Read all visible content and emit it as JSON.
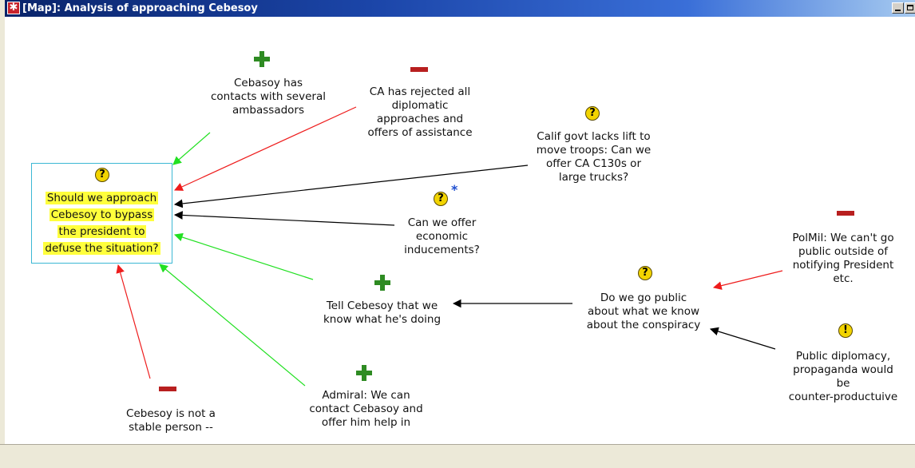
{
  "window": {
    "title": "[Map]: Analysis of approaching Cebesoy",
    "app_icon_glyph": "✱"
  },
  "nodes": {
    "central": {
      "icon": "question-icon",
      "lines": [
        "Should we approach",
        "Cebesoy to bypass",
        "the president to",
        "defuse the situation?"
      ],
      "highlight_color": "#ffff3c"
    },
    "ambassadors": {
      "icon": "plus-icon",
      "text": "Cebasoy has\ncontacts with several\nambassadors"
    },
    "ca_rejected": {
      "icon": "minus-icon",
      "text": "CA has rejected all\ndiplomatic\napproaches and\noffers of assistance"
    },
    "calif_lift": {
      "icon": "question-icon",
      "text": "Calif govt lacks lift to\nmove troops: Can we\noffer CA C130s or\nlarge trucks?"
    },
    "economic": {
      "icon": "question-icon",
      "star": "*",
      "text": "Can we offer\neconomic\ninducements?"
    },
    "tell_cebesoy": {
      "icon": "plus-icon",
      "text": "Tell Cebesoy that we\nknow what he's doing"
    },
    "go_public": {
      "icon": "question-icon",
      "text": "Do we go public\nabout what we know\nabout the conspiracy"
    },
    "polmil": {
      "icon": "minus-icon",
      "text": "PolMil: We can't go\npublic outside of\nnotifying President\netc."
    },
    "public_diplomacy": {
      "icon": "exclamation-icon",
      "text": "Public diplomacy,\npropaganda would\nbe\ncounter-productuive"
    },
    "admiral": {
      "icon": "plus-icon",
      "text": "Admiral: We can\ncontact Cebasoy and\noffer him help in"
    },
    "not_stable": {
      "icon": "minus-icon",
      "text": "Cebesoy is not a\nstable person --"
    }
  },
  "icons": {
    "question_glyph": "?",
    "exclamation_glyph": "!"
  },
  "colors": {
    "pro_link": "#22e022",
    "con_link": "#ee1c1c",
    "neutral_link": "#000000",
    "plus": "#2e8b22",
    "minus": "#b81f1f",
    "question_fill": "#f2d400",
    "central_border": "#3cb8d4"
  }
}
